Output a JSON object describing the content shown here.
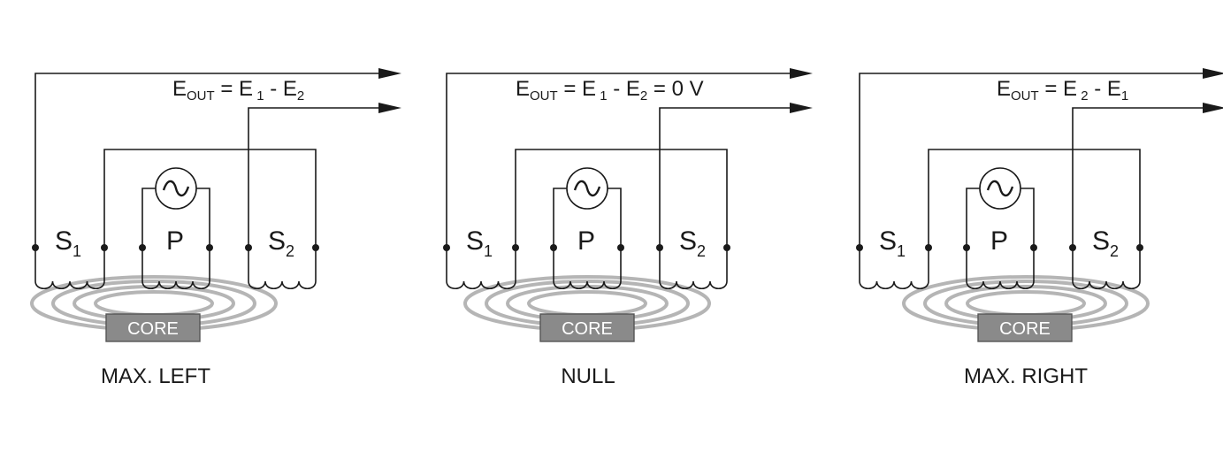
{
  "panels": [
    {
      "caption": "MAX. LEFT",
      "equation": {
        "e": "E",
        "e_sub": "OUT",
        "rhs_1": " = E",
        "rhs_1_sub": " 1",
        "rhs_2": " - E",
        "rhs_2_sub": "2",
        "rhs_tail": ""
      },
      "coils": {
        "s1": "S",
        "s1_sub": "1",
        "p": "P",
        "s2": "S",
        "s2_sub": "2"
      },
      "core_label": "CORE"
    },
    {
      "caption": "NULL",
      "equation": {
        "e": "E",
        "e_sub": "OUT",
        "rhs_1": " = E",
        "rhs_1_sub": " 1",
        "rhs_2": " - E",
        "rhs_2_sub": "2",
        "rhs_tail": " = 0 V"
      },
      "coils": {
        "s1": "S",
        "s1_sub": "1",
        "p": "P",
        "s2": "S",
        "s2_sub": "2"
      },
      "core_label": "CORE"
    },
    {
      "caption": "MAX. RIGHT",
      "equation": {
        "e": "E",
        "e_sub": "OUT",
        "rhs_1": " = E",
        "rhs_1_sub": " 2",
        "rhs_2": " - E",
        "rhs_2_sub": "1",
        "rhs_tail": ""
      },
      "coils": {
        "s1": "S",
        "s1_sub": "1",
        "p": "P",
        "s2": "S",
        "s2_sub": "2"
      },
      "core_label": "CORE"
    }
  ],
  "colors": {
    "wire": "#1a1a1a",
    "core_fill": "#8a8a8a",
    "field_lines": "#b5b5b5"
  }
}
